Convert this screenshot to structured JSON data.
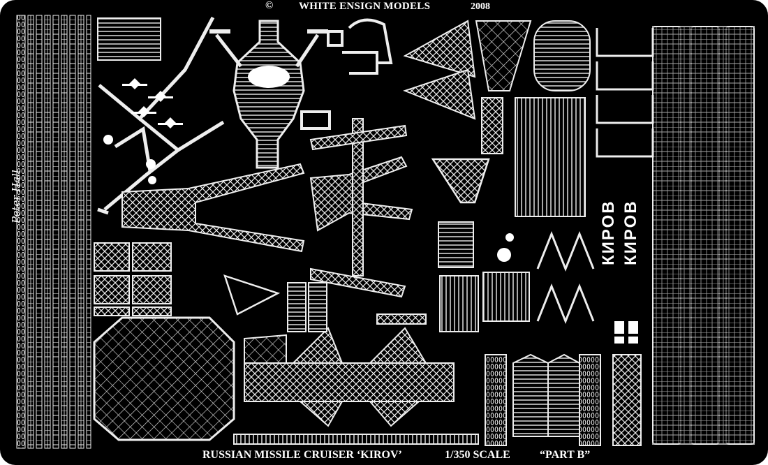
{
  "header": {
    "copyright": "©",
    "maker": "WHITE ENSIGN MODELS",
    "year": "2008"
  },
  "footer": {
    "title": "RUSSIAN MISSILE CRUISER ‘KIROV’",
    "scale": "1/350 SCALE",
    "part": "“PART B”"
  },
  "signature": "Peter Hall",
  "ship_name_etch": "КИРОВ",
  "colors": {
    "fret": "#000000",
    "metal": "#f2f2f2",
    "background": "#ffffff"
  }
}
